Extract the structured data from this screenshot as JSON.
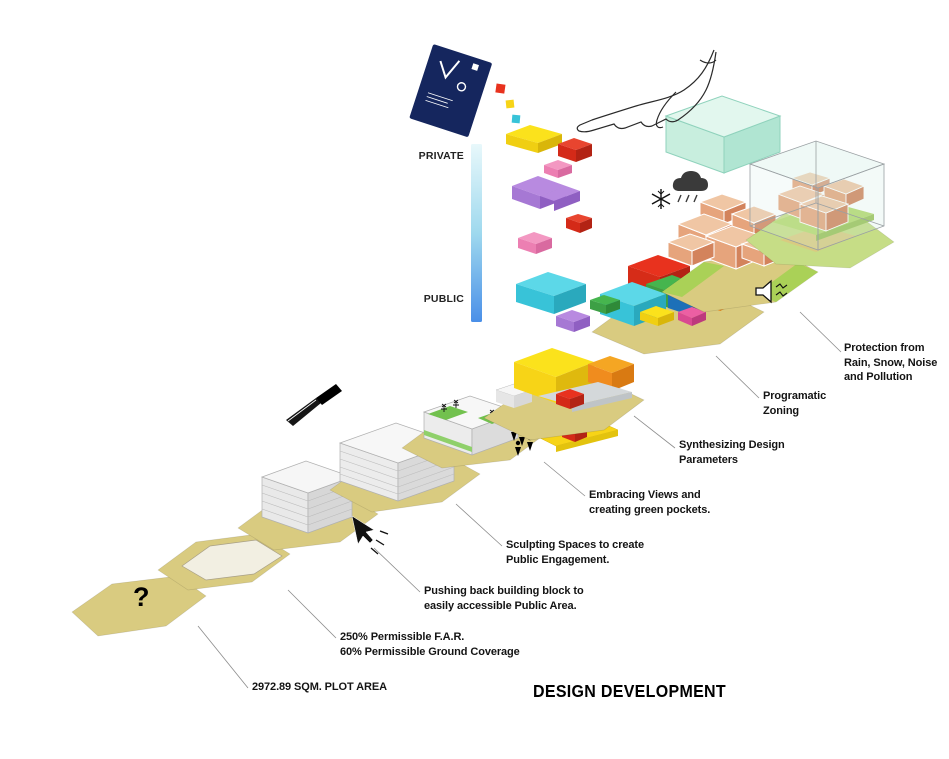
{
  "title": "DESIGN DEVELOPMENT",
  "plot": {
    "question_mark": "?"
  },
  "axis": {
    "private": "PRIVATE",
    "public": "PUBLIC"
  },
  "steps": [
    {
      "id": "plot-area",
      "lines": [
        "2972.89 SQM. PLOT AREA"
      ]
    },
    {
      "id": "far",
      "lines": [
        "250% Permissible F.A.R.",
        "60% Permissible Ground Coverage"
      ]
    },
    {
      "id": "pushing-back",
      "lines": [
        "Pushing back building block to",
        "easily accessible Public Area."
      ]
    },
    {
      "id": "sculpting",
      "lines": [
        "Sculpting Spaces to create",
        "Public Engagement."
      ]
    },
    {
      "id": "embracing",
      "lines": [
        "Embracing Views and",
        "creating green pockets."
      ]
    },
    {
      "id": "synthesizing",
      "lines": [
        "Synthesizing Design",
        "Parameters"
      ]
    },
    {
      "id": "programatic",
      "lines": [
        "Programatic",
        "Zoning"
      ]
    },
    {
      "id": "protection",
      "lines": [
        "Protection from",
        "Rain, Snow, Noise",
        "and Pollution"
      ]
    }
  ],
  "icons": [
    "question-mark",
    "knife-icon",
    "cursor-click-icon",
    "people-icon",
    "tree-icon",
    "snowflake-icon",
    "rain-cloud-icon",
    "noise-speaker-icon",
    "hand-icon",
    "brochure-card",
    "private-public-scale"
  ],
  "colors": {
    "plot_tan": "#d9cb80",
    "grass_green": "#aad157",
    "accent_red": "#e8321e",
    "accent_yellow": "#f7d417",
    "accent_cyan": "#38c3d8",
    "accent_green": "#3fae49",
    "accent_blue": "#1d70b8",
    "accent_orange": "#f08c1e",
    "accent_purple": "#a678d4",
    "accent_pink": "#f06eaa",
    "brick_orange": "#e6a47c",
    "glass_teal": "#c8eede",
    "scale_gradient_top": "#e8f8fb",
    "scale_gradient_bottom": "#4a8fe8",
    "card_navy": "#15265e"
  }
}
